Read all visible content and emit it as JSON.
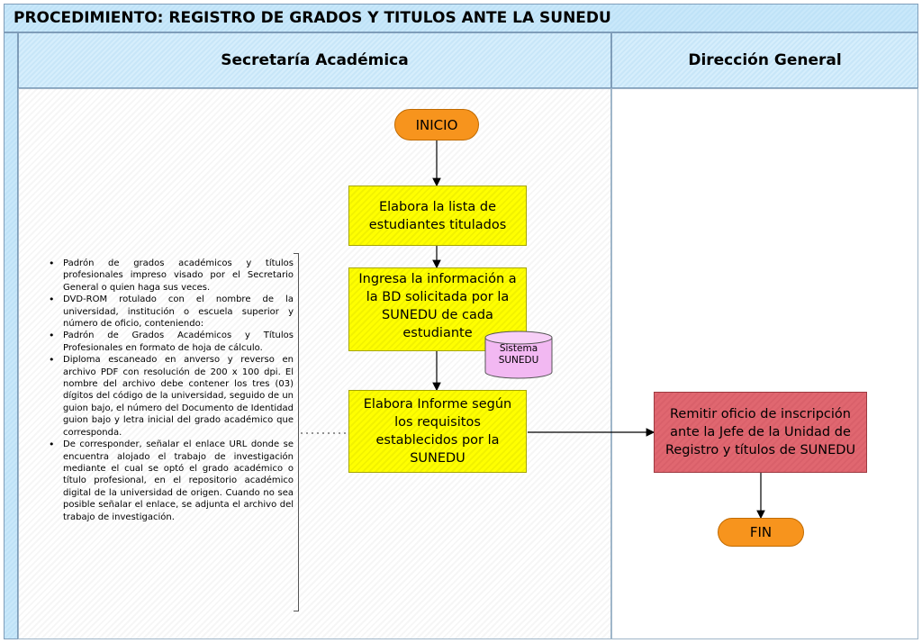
{
  "title": "PROCEDIMIENTO: REGISTRO DE GRADOS Y TITULOS ANTE LA SUNEDU",
  "lanes": {
    "left": "Secretaría Académica",
    "right": "Dirección General"
  },
  "nodes": {
    "start": "INICIO",
    "step1": "Elabora la lista de estudiantes titulados",
    "step2": "Ingresa la información a la BD solicitada por la SUNEDU de cada estudiante",
    "database": "Sistema SUNEDU",
    "step3": "Elabora Informe según los requisitos establecidos por la SUNEDU",
    "step4": "Remitir oficio de inscripción ante la Jefe de la Unidad de Registro y títulos de SUNEDU",
    "end": "FIN"
  },
  "notes": [
    "Padrón de grados académicos y títulos profesionales impreso visado por el Secretario General o quien haga sus veces.",
    "DVD-ROM rotulado con el nombre de la universidad, institución o escuela superior y número de oficio, conteniendo:",
    "Padrón de Grados Académicos y Títulos Profesionales en formato de hoja de cálculo.",
    "Diploma escaneado en anverso y reverso en archivo PDF con resolución de 200 x 100 dpi. El nombre del archivo debe contener los tres (03) dígitos del código de la universidad, seguido de un guion bajo, el número del Documento de Identidad guion bajo y letra inicial del grado académico que corresponda.",
    "De corresponder, señalar el enlace URL donde se encuentra alojado el trabajo de investigación mediante el cual se optó el grado académico o título profesional, en el repositorio académico digital de la universidad de origen. Cuando no sea posible señalar el enlace, se adjunta el archivo del trabajo de investigación."
  ],
  "colors": {
    "terminator": "#f7941d",
    "process": "#ffff00",
    "process_alt": "#e06770",
    "database": "#f2b8f2",
    "lane_header": "#c9e8fa"
  }
}
